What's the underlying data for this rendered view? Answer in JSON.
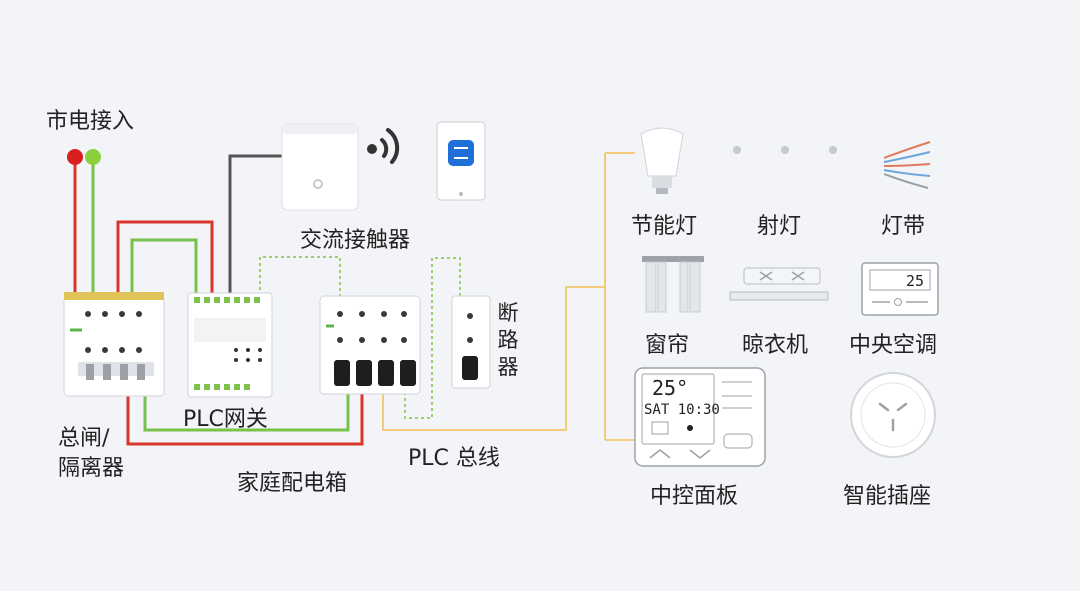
{
  "title": "PLC 智能家居系统接线示意",
  "mains": {
    "label": "市电接入",
    "live_color": "#d91f1f",
    "neutral_color": "#8ccf3c"
  },
  "components": {
    "main_switch_label_line1": "总闸/",
    "main_switch_label_line2": "隔离器",
    "plc_gateway_label": "PLC网关",
    "contactor_label": "交流接触器",
    "breaker_label": [
      "断",
      "路",
      "器"
    ],
    "distribution_box_label": "家庭配电箱",
    "plc_bus_label": "PLC 总线"
  },
  "devices": {
    "energy_lamp": "节能灯",
    "spotlight": "射灯",
    "light_strip": "灯带",
    "curtain": "窗帘",
    "drying_rack": "晾衣机",
    "central_ac": "中央空调",
    "control_panel": "中控面板",
    "smart_socket": "智能插座"
  },
  "panel_display": {
    "temperature": "25°",
    "datetime": "SAT 10:30"
  },
  "ac_display": {
    "temperature": "25"
  },
  "colors": {
    "bus_line": "#f2c66e",
    "green_dash": "#9bd06b",
    "red_wire": "#d9362b",
    "green_wire": "#79c24a",
    "gray_wire": "#555555"
  },
  "icons": [
    "wifi-icon",
    "app-icon"
  ]
}
